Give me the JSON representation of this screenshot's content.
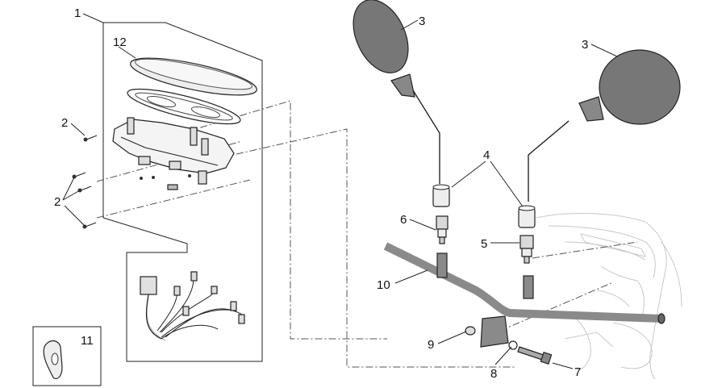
{
  "diagram": {
    "callouts": {
      "c1": "1",
      "c2a": "2",
      "c2b": "2",
      "c3a": "3",
      "c3b": "3",
      "c4": "4",
      "c5": "5",
      "c6": "6",
      "c7": "7",
      "c8": "8",
      "c9": "9",
      "c10": "10",
      "c11": "11",
      "c12": "12"
    }
  }
}
